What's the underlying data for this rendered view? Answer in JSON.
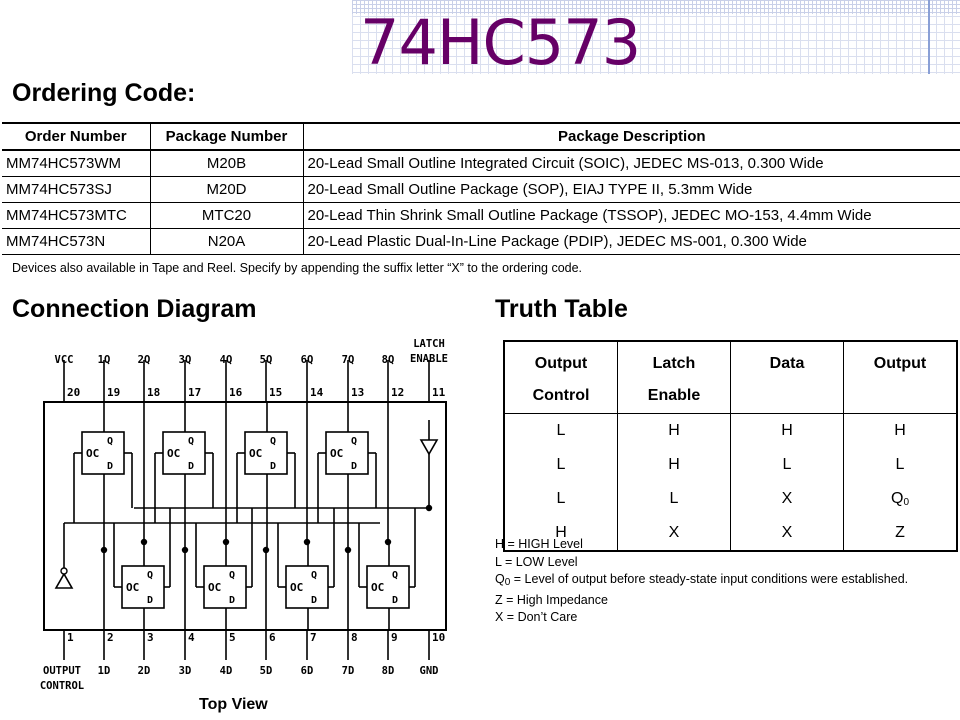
{
  "slide": {
    "title": "74HC573"
  },
  "ordering": {
    "heading": "Ordering Code:",
    "columns": [
      "Order Number",
      "Package Number",
      "Package Description"
    ],
    "rows": [
      [
        "MM74HC573WM",
        "M20B",
        "20-Lead Small Outline Integrated Circuit (SOIC), JEDEC MS-013, 0.300 Wide"
      ],
      [
        "MM74HC573SJ",
        "M20D",
        "20-Lead Small Outline Package (SOP), EIAJ TYPE II, 5.3mm Wide"
      ],
      [
        "MM74HC573MTC",
        "MTC20",
        "20-Lead Thin Shrink Small Outline Package (TSSOP), JEDEC MO-153, 4.4mm Wide"
      ],
      [
        "MM74HC573N",
        "N20A",
        "20-Lead Plastic Dual-In-Line Package (PDIP), JEDEC MS-001, 0.300 Wide"
      ]
    ],
    "note": "Devices also available in Tape and Reel. Specify by appending the suffix letter “X” to the ordering code."
  },
  "connection": {
    "heading": "Connection Diagram",
    "top_pins": [
      {
        "num": "20",
        "label": "VCC"
      },
      {
        "num": "19",
        "label": "1Q"
      },
      {
        "num": "18",
        "label": "2Q"
      },
      {
        "num": "17",
        "label": "3Q"
      },
      {
        "num": "16",
        "label": "4Q"
      },
      {
        "num": "15",
        "label": "5Q"
      },
      {
        "num": "14",
        "label": "6Q"
      },
      {
        "num": "13",
        "label": "7Q"
      },
      {
        "num": "12",
        "label": "8Q"
      },
      {
        "num": "11",
        "label": "LATCH ENABLE"
      }
    ],
    "bottom_pins": [
      {
        "num": "1",
        "label": "OUTPUT CONTROL"
      },
      {
        "num": "2",
        "label": "1D"
      },
      {
        "num": "3",
        "label": "2D"
      },
      {
        "num": "4",
        "label": "3D"
      },
      {
        "num": "5",
        "label": "4D"
      },
      {
        "num": "6",
        "label": "5D"
      },
      {
        "num": "7",
        "label": "6D"
      },
      {
        "num": "8",
        "label": "7D"
      },
      {
        "num": "9",
        "label": "8D"
      },
      {
        "num": "10",
        "label": "GND"
      }
    ],
    "latch_labels": {
      "oc": "OC",
      "q": "Q",
      "d": "D"
    },
    "caption": "Top View"
  },
  "truth": {
    "heading": "Truth Table",
    "columns": [
      [
        "Output",
        "Control"
      ],
      [
        "Latch",
        "Enable"
      ],
      [
        "Data",
        ""
      ],
      [
        "Output",
        ""
      ]
    ],
    "rows": [
      [
        "L",
        "H",
        "H",
        "H"
      ],
      [
        "L",
        "H",
        "L",
        "L"
      ],
      [
        "L",
        "L",
        "X",
        "Q0"
      ],
      [
        "H",
        "X",
        "X",
        "Z"
      ]
    ],
    "legend": [
      "H = HIGH Level",
      "L = LOW Level",
      "Q0 = Level of output before steady-state input conditions were established.",
      "Z = High Impedance",
      "X = Don’t Care"
    ]
  }
}
